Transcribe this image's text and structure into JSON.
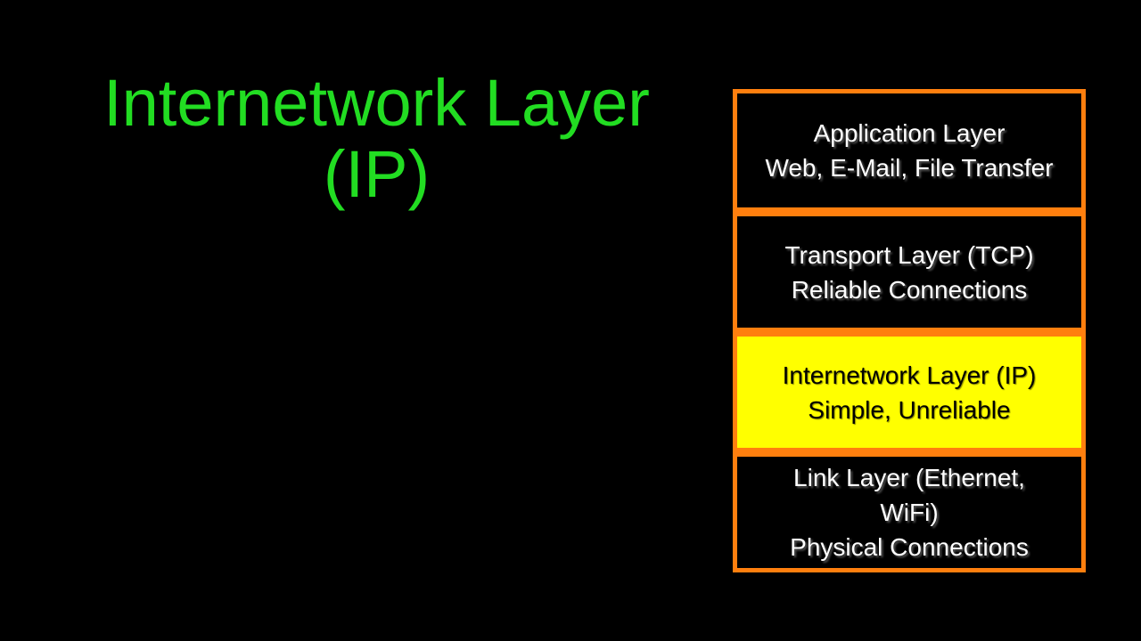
{
  "title": {
    "line1": "Internetwork Layer",
    "line2": "(IP)",
    "color": "#22dd22"
  },
  "stack": {
    "border_color": "#ff7f0e",
    "highlight_color": "#ffff00",
    "layers": [
      {
        "line1": "Application Layer",
        "line2": "Web, E-Mail, File Transfer",
        "highlighted": false
      },
      {
        "line1": "Transport Layer (TCP)",
        "line2": "Reliable Connections",
        "highlighted": false
      },
      {
        "line1": "Internetwork Layer (IP)",
        "line2": "Simple, Unreliable",
        "highlighted": true
      },
      {
        "line1": "Link Layer (Ethernet,",
        "line2": "WiFi)",
        "line3": "Physical Connections",
        "highlighted": false
      }
    ]
  }
}
